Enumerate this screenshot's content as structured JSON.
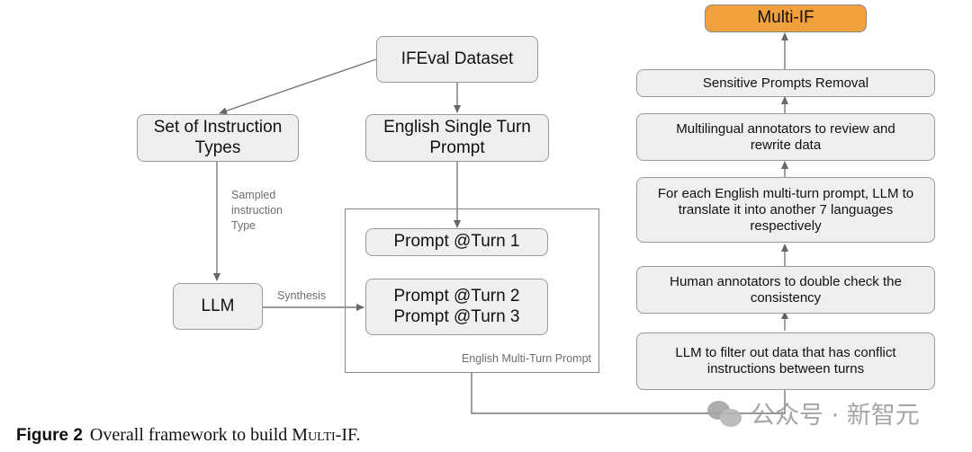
{
  "nodes": {
    "ifeval": "IFEval Dataset",
    "instruction_types": "Set of Instruction Types",
    "english_single": "English Single Turn Prompt",
    "llm": "LLM",
    "turn1": "Prompt @Turn 1",
    "turn2": "Prompt @Turn 2",
    "turn3": "Prompt @Turn 3",
    "multi_if": "Multi-IF",
    "sensitive": "Sensitive Prompts Removal",
    "multilingual": "Multilingual annotators to review and rewrite data",
    "translate": "For each English multi-turn prompt, LLM to translate it into another 7 languages respectively",
    "human_check": "Human annotators to double check the consistency",
    "llm_filter": "LLM to filter out data that has conflict instructions between turns"
  },
  "edge_labels": {
    "sampled_line1": "Sampled",
    "sampled_line2": "instruction",
    "sampled_line3": "Type",
    "synthesis": "Synthesis"
  },
  "container_label": "English Multi-Turn Prompt",
  "caption": {
    "figure": "Figure 2",
    "text": "Overall framework to build ",
    "name": "Multi",
    "suffix": "-IF."
  },
  "watermark": {
    "text": "公众号 · 新智元",
    "icon": "wechat-icon"
  },
  "colors": {
    "node_fill": "#efefef",
    "highlight": "#f0a03c",
    "edge": "#777777"
  }
}
